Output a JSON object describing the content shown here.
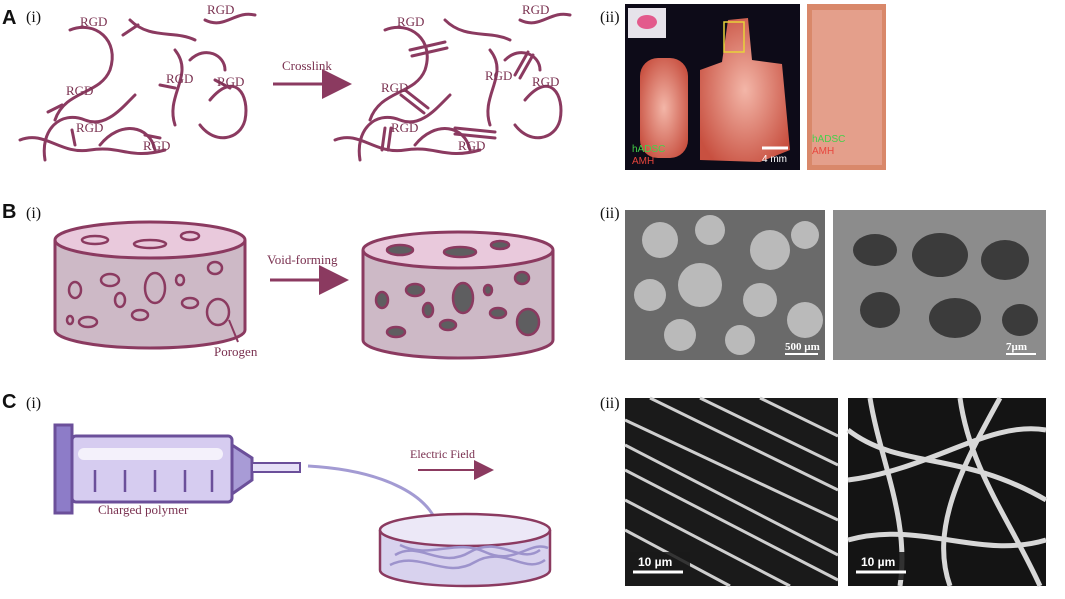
{
  "panels": {
    "A": {
      "letter": "A",
      "sub_i": "(i)",
      "sub_ii": "(ii)",
      "rgd": "RGD",
      "arrow_label": "Crosslink",
      "micro_labels": {
        "green": "hADSC",
        "red": "AMH",
        "scale": "4 mm",
        "green2": "hADSC",
        "red2": "AMH"
      }
    },
    "B": {
      "letter": "B",
      "sub_i": "(i)",
      "sub_ii": "(ii)",
      "arrow_label": "Void-forming",
      "porogen_label": "Porogen",
      "scale_left": "500 µm",
      "scale_right": "7µm"
    },
    "C": {
      "letter": "C",
      "sub_i": "(i)",
      "sub_ii": "(ii)",
      "syringe_label": "Charged polymer",
      "field_label": "Electric Field",
      "scale_left": "10 µm",
      "scale_right": "10 µm"
    }
  },
  "colors": {
    "fiber": "#8b3a60",
    "scaffold_fill": "#e9c9dc",
    "scaffold_side": "#cbb3c0",
    "void": "#5e5e60",
    "syringe": "#a89bd6",
    "syringe_dark": "#6b4f9a"
  }
}
